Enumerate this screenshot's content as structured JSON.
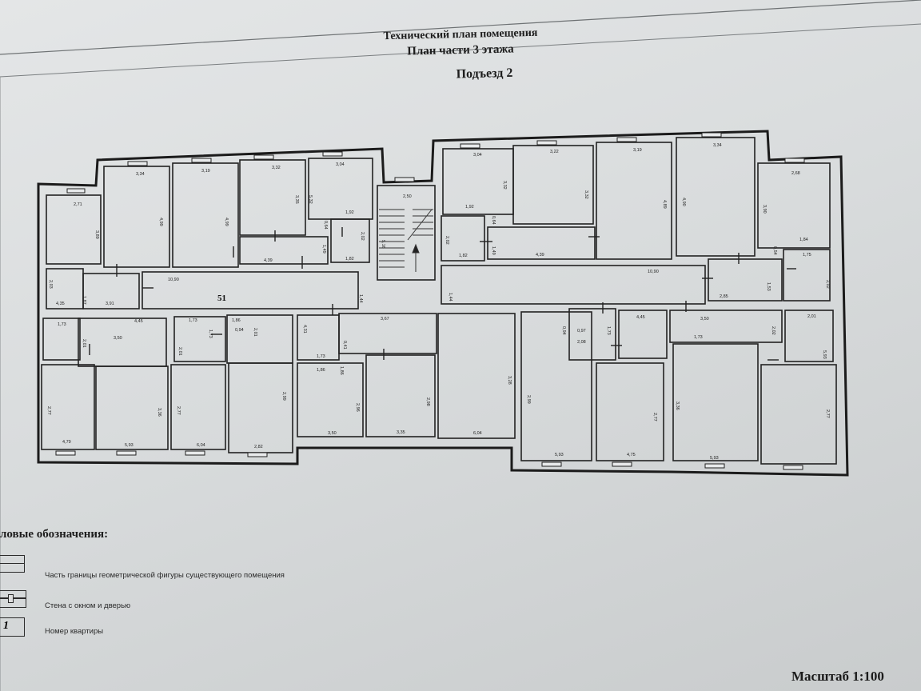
{
  "header": {
    "line1": "Технический план помещения",
    "line2": "План части 3 этажа",
    "line3": "Подъезд 2"
  },
  "plan": {
    "apartment_label": "51",
    "dims": [
      "2,71",
      "3,89",
      "3,34",
      "4,99",
      "3,19",
      "4,99",
      "3,32",
      "3,35",
      "5,32",
      "3,04",
      "1,92",
      "2,02",
      "1,49",
      "0,64",
      "1,82",
      "4,39",
      "2,50",
      "5,16",
      "3,04",
      "3,32",
      "3,22",
      "3,32",
      "3,19",
      "4,89",
      "3,34",
      "4,90",
      "2,68",
      "3,90",
      "1,92",
      "0,64",
      "2,02",
      "1,49",
      "1,82",
      "4,39",
      "1,84",
      "0,54",
      "1,75",
      "2,02",
      "10,90",
      "1,44",
      "1,44",
      "10,90",
      "1,53",
      "2,85",
      "2,03",
      "1,87",
      "4,35",
      "3,91",
      "1,73",
      "2,01",
      "4,45",
      "3,50",
      "1,73",
      "2,01",
      "0,94",
      "1,86",
      "1,73",
      "2,01",
      "4,31",
      "3,67",
      "0,41",
      "1,86",
      "1,73",
      "1,86",
      "0,94",
      "0,97",
      "2,08",
      "1,73",
      "4,45",
      "3,50",
      "1,73",
      "2,01",
      "2,02",
      "5,93",
      "2,77",
      "4,79",
      "3,36",
      "5,93",
      "2,77",
      "6,04",
      "2,99",
      "2,82",
      "2,96",
      "3,50",
      "2,98",
      "3,35",
      "3,28",
      "6,04",
      "2,99",
      "5,93",
      "2,77",
      "4,75",
      "3,36",
      "5,93",
      "2,77"
    ]
  },
  "legend": {
    "title": "ловые обозначения:",
    "items": [
      {
        "label": "Часть границы геометрической фигуры существующего помещения"
      },
      {
        "label": "Стена с окном и дверью"
      },
      {
        "label": "Номер квартиры",
        "symbol_text": "1"
      }
    ]
  },
  "footer": {
    "scale": "Масштаб 1:100"
  }
}
